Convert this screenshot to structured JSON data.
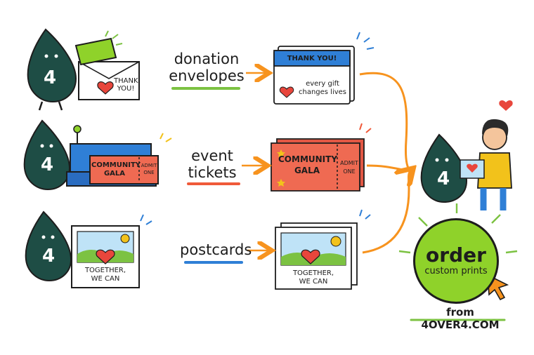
{
  "rows": [
    {
      "label_line1": "donation",
      "label_line2": "envelopes",
      "underline_color": "#7cc242",
      "product_text": "THANK YOU!",
      "product_subtext_1": "every gift",
      "product_subtext_2": "changes lives",
      "mascot_text": "THANK YOU!"
    },
    {
      "label_line1": "event",
      "label_line2": "tickets",
      "underline_color": "#f05a3a",
      "ticket_line1": "COMMUNITY",
      "ticket_line2": "GALA",
      "stub_line1": "ADMIT",
      "stub_line2": "ONE"
    },
    {
      "label_line1": "postcards",
      "label_line2": "",
      "underline_color": "#2f7fd6",
      "card_line1": "TOGETHER,",
      "card_line2": "WE CAN"
    }
  ],
  "mascot_number": "4",
  "cta": {
    "main": "order",
    "sub": "custom prints"
  },
  "site": "from 4OVER4.COM",
  "colors": {
    "mascot": "#1e4d45",
    "arrow": "#f7931e",
    "cta": "#8fd22a",
    "ticket": "#ef6a52",
    "envelope_blue": "#2f7fd6",
    "heart": "#e8463c"
  },
  "icons": [
    "mascot-drop-icon",
    "envelope-icon",
    "ticket-icon",
    "postcard-icon",
    "heart-icon",
    "cursor-arrow-icon",
    "printer-icon"
  ]
}
